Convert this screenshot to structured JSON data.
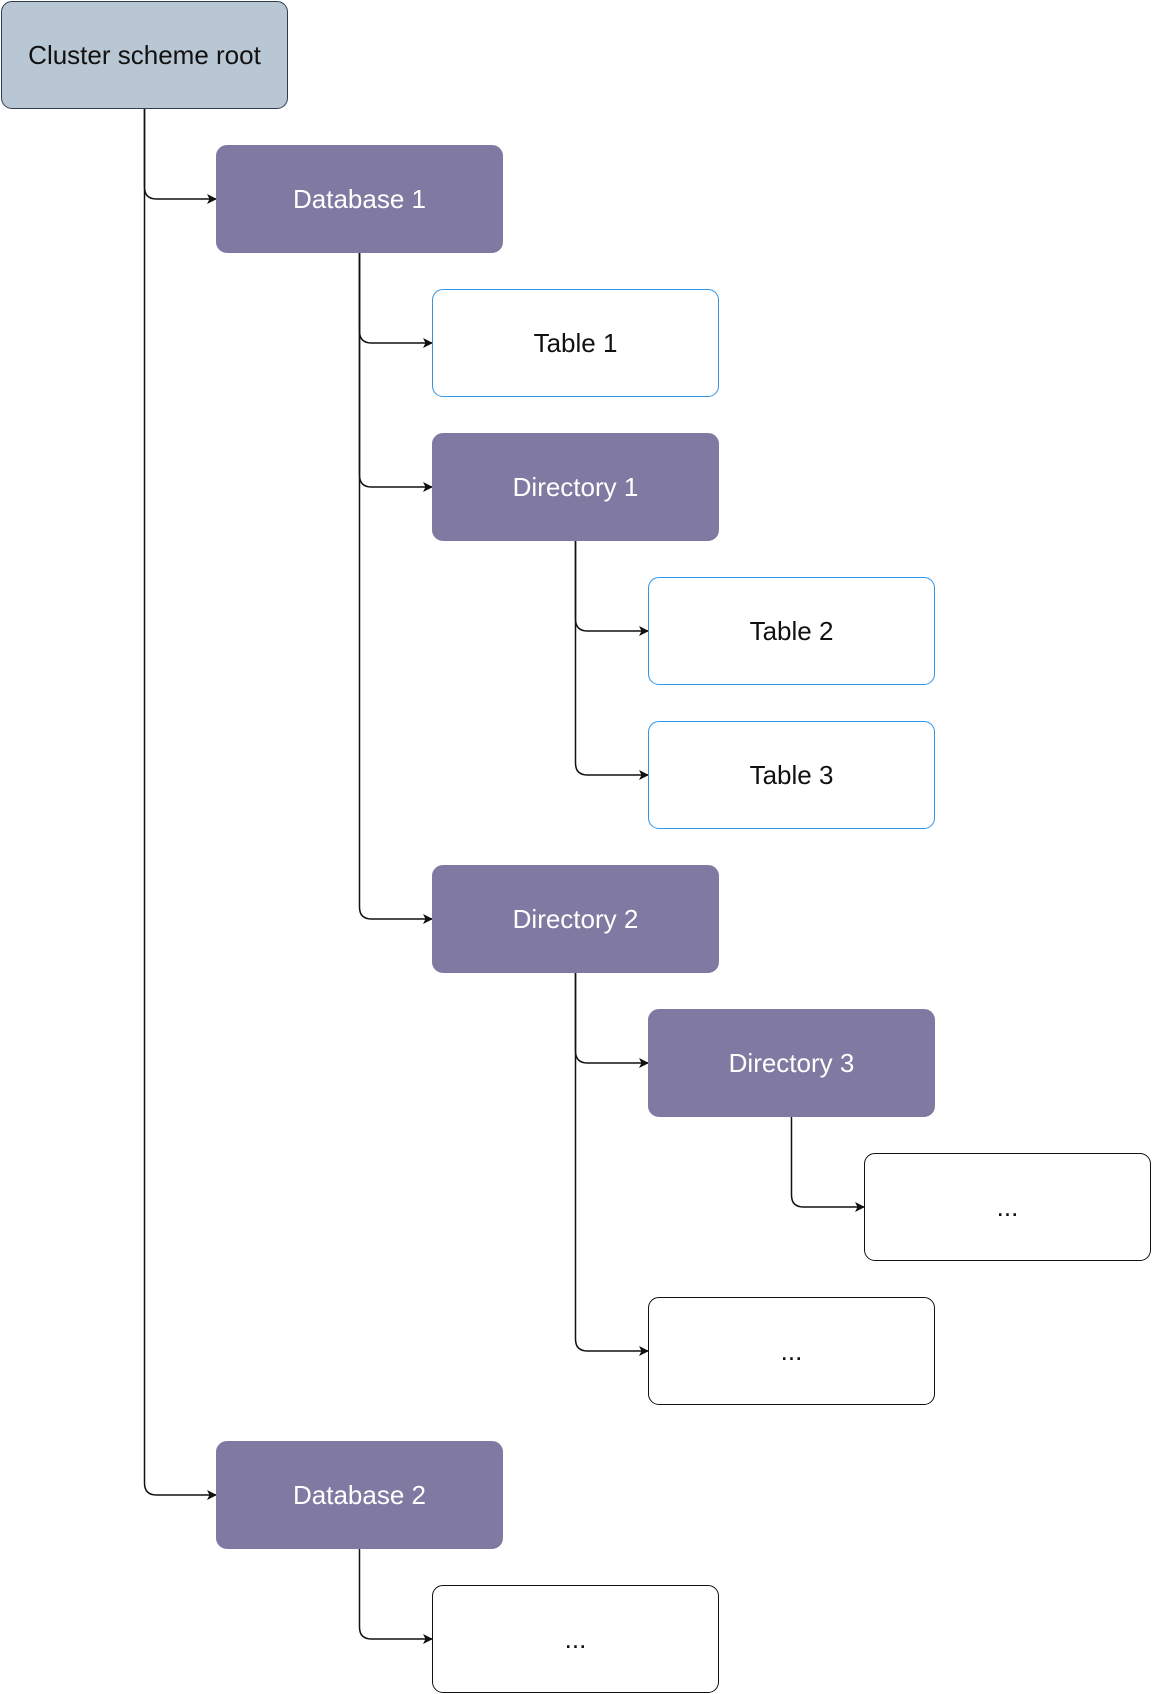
{
  "nodes": {
    "root": {
      "label": "Cluster scheme root",
      "kind": "root"
    },
    "database1": {
      "label": "Database 1",
      "kind": "container"
    },
    "table1": {
      "label": "Table 1",
      "kind": "table"
    },
    "directory1": {
      "label": "Directory 1",
      "kind": "container"
    },
    "table2": {
      "label": "Table 2",
      "kind": "table"
    },
    "table3": {
      "label": "Table 3",
      "kind": "table"
    },
    "directory2": {
      "label": "Directory 2",
      "kind": "container"
    },
    "directory3": {
      "label": "Directory 3",
      "kind": "container"
    },
    "more_in_directory3": {
      "label": "...",
      "kind": "placeholder"
    },
    "more_in_directory2": {
      "label": "...",
      "kind": "placeholder"
    },
    "database2": {
      "label": "Database 2",
      "kind": "container"
    },
    "more_in_database2": {
      "label": "...",
      "kind": "placeholder"
    }
  },
  "edges": [
    {
      "from": "root",
      "to": "database1"
    },
    {
      "from": "root",
      "to": "database2"
    },
    {
      "from": "database1",
      "to": "table1"
    },
    {
      "from": "database1",
      "to": "directory1"
    },
    {
      "from": "database1",
      "to": "directory2"
    },
    {
      "from": "directory1",
      "to": "table2"
    },
    {
      "from": "directory1",
      "to": "table3"
    },
    {
      "from": "directory2",
      "to": "directory3"
    },
    {
      "from": "directory2",
      "to": "more_in_directory2"
    },
    {
      "from": "directory3",
      "to": "more_in_directory3"
    },
    {
      "from": "database2",
      "to": "more_in_database2"
    }
  ],
  "colors": {
    "root_fill": "#b9c7d4",
    "root_border": "#2e3e4e",
    "container_fill": "#8079a2",
    "table_border": "#2f95e8",
    "placeholder_border": "#111111",
    "connector": "#111111"
  }
}
